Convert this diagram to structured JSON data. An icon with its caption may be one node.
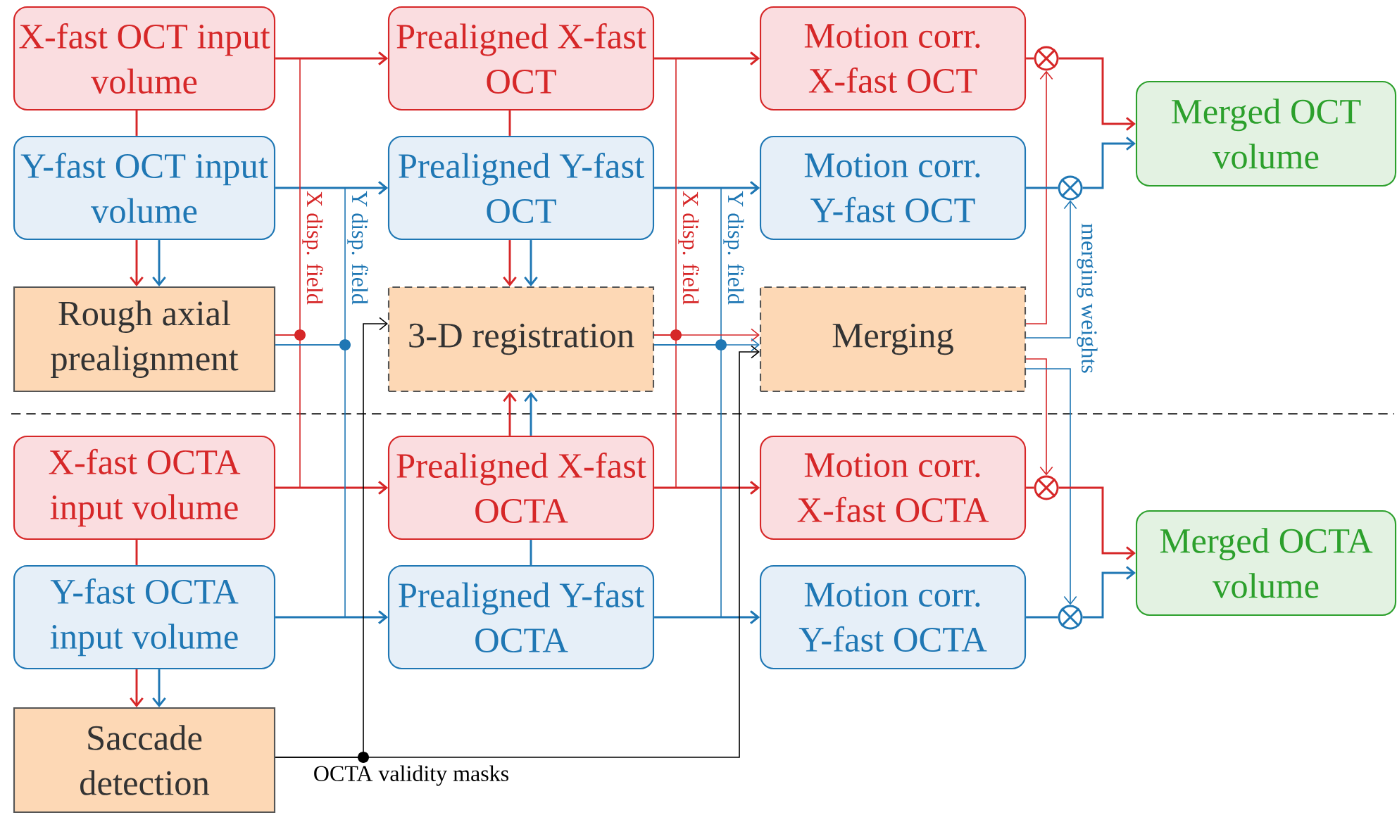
{
  "diagram": {
    "nodes": [
      {
        "text": [
          "X-fast OCT input volume"
        ]
      },
      {
        "text": [
          "Y-fast OCT input volume"
        ]
      },
      {
        "text": [
          "Rough axial prealignment"
        ]
      },
      {
        "text": [
          "Prealigned X-fast OCT"
        ]
      },
      {
        "text": [
          "Prealigned Y-fast OCT"
        ]
      },
      {
        "text": [
          "3-D registration"
        ]
      },
      {
        "text": [
          "Motion corr. X-fast OCT"
        ]
      },
      {
        "text": [
          "Motion corr. Y-fast OCT"
        ]
      },
      {
        "text": [
          "Merging"
        ]
      },
      {
        "text": [
          "Merged OCT volume"
        ]
      },
      {
        "text": [
          "X-fast OCTA input volume"
        ]
      },
      {
        "text": [
          "Y-fast OCTA input volume"
        ]
      },
      {
        "text": [
          "Saccade detection"
        ]
      },
      {
        "text": [
          "Prealigned X-fast OCTA"
        ]
      },
      {
        "text": [
          "Prealigned Y-fast OCTA"
        ]
      },
      {
        "text": [
          "Motion corr. X-fast OCTA"
        ]
      },
      {
        "text": [
          "Motion corr. Y-fast OCTA"
        ]
      },
      {
        "text": [
          "Merged OCTA volume"
        ]
      },
      {
        "text": [],
        "shape": "circle"
      },
      {
        "text": [],
        "shape": "circle"
      },
      {
        "text": [],
        "shape": "circle"
      },
      {
        "text": [],
        "shape": "circle"
      }
    ],
    "edges": [
      {
        "from": 0,
        "to": 3,
        "arrow": "to",
        "color": "#d62728"
      },
      {
        "from": 1,
        "to": 4,
        "arrow": "to",
        "color": "#1f77b4"
      },
      {
        "from": 3,
        "to": 6,
        "arrow": "to",
        "color": "#d62728"
      },
      {
        "from": 4,
        "to": 7,
        "arrow": "to",
        "color": "#1f77b4"
      },
      {
        "from": 10,
        "to": 13,
        "arrow": "to",
        "color": "#d62728"
      },
      {
        "from": 11,
        "to": 14,
        "arrow": "to",
        "color": "#1f77b4"
      },
      {
        "from": 13,
        "to": 15,
        "arrow": "to",
        "color": "#d62728"
      },
      {
        "from": 14,
        "to": 16,
        "arrow": "to",
        "color": "#1f77b4"
      },
      {
        "from": 0,
        "to": 1,
        "arrow": "none",
        "color": "#d62728"
      },
      {
        "from": 1,
        "to": 2,
        "arrow": "to",
        "color": "#d62728"
      },
      {
        "from": 1,
        "to": 2,
        "arrow": "to",
        "color": "#1f77b4"
      },
      {
        "from": 3,
        "to": 4,
        "arrow": "none",
        "color": "#d62728"
      },
      {
        "from": 4,
        "to": 5,
        "arrow": "to",
        "color": "#d62728"
      },
      {
        "from": 4,
        "to": 5,
        "arrow": "to",
        "color": "#1f77b4"
      },
      {
        "from": 13,
        "to": 5,
        "arrow": "to",
        "color": "#d62728"
      },
      {
        "from": 14,
        "to": 13,
        "arrow": "none",
        "color": "#1f77b4"
      },
      {
        "from": 13,
        "to": 5,
        "arrow": "to",
        "color": "#1f77b4"
      },
      {
        "from": 10,
        "to": 11,
        "arrow": "none",
        "color": "#d62728"
      },
      {
        "from": 11,
        "to": 12,
        "arrow": "to",
        "color": "#d62728"
      },
      {
        "from": 11,
        "to": 12,
        "arrow": "to",
        "color": "#1f77b4"
      },
      {
        "from": 2,
        "to": 3,
        "arrow": "to",
        "color": "#d62728",
        "label": "X disp. field"
      },
      {
        "from": 2,
        "to": 13,
        "arrow": "to",
        "color": "#d62728"
      },
      {
        "from": 2,
        "to": 4,
        "arrow": "to",
        "color": "#1f77b4",
        "label": "Y disp. field"
      },
      {
        "from": 2,
        "to": 14,
        "arrow": "to",
        "color": "#1f77b4"
      },
      {
        "from": 5,
        "to": 6,
        "arrow": "to",
        "color": "#d62728",
        "label": "X disp. field"
      },
      {
        "from": 5,
        "to": 15,
        "arrow": "to",
        "color": "#d62728"
      },
      {
        "from": 5,
        "to": 7,
        "arrow": "to",
        "color": "#1f77b4",
        "label": "Y disp. field"
      },
      {
        "from": 5,
        "to": 16,
        "arrow": "to",
        "color": "#1f77b4"
      },
      {
        "from": 5,
        "to": 8,
        "arrow": "to",
        "color": "#d62728"
      },
      {
        "from": 5,
        "to": 8,
        "arrow": "to",
        "color": "#1f77b4"
      },
      {
        "from": 12,
        "to": 5,
        "arrow": "to",
        "color": "#000000",
        "label": "OCTA validity masks"
      },
      {
        "from": 12,
        "to": 8,
        "arrow": "to",
        "color": "#000000"
      },
      {
        "from": 8,
        "to": 18,
        "arrow": "to",
        "color": "#d62728"
      },
      {
        "from": 8,
        "to": 19,
        "arrow": "to",
        "color": "#1f77b4",
        "label": "merging weights"
      },
      {
        "from": 8,
        "to": 20,
        "arrow": "to",
        "color": "#d62728"
      },
      {
        "from": 8,
        "to": 21,
        "arrow": "to",
        "color": "#1f77b4"
      },
      {
        "from": 6,
        "to": 18,
        "arrow": "none",
        "color": "#d62728"
      },
      {
        "from": 18,
        "to": 9,
        "arrow": "to",
        "color": "#d62728"
      },
      {
        "from": 7,
        "to": 19,
        "arrow": "none",
        "color": "#1f77b4"
      },
      {
        "from": 19,
        "to": 9,
        "arrow": "to",
        "color": "#1f77b4"
      },
      {
        "from": 15,
        "to": 20,
        "arrow": "none",
        "color": "#d62728"
      },
      {
        "from": 20,
        "to": 17,
        "arrow": "to",
        "color": "#d62728"
      },
      {
        "from": 16,
        "to": 21,
        "arrow": "none",
        "color": "#1f77b4"
      },
      {
        "from": 21,
        "to": 17,
        "arrow": "to",
        "color": "#1f77b4"
      }
    ]
  }
}
